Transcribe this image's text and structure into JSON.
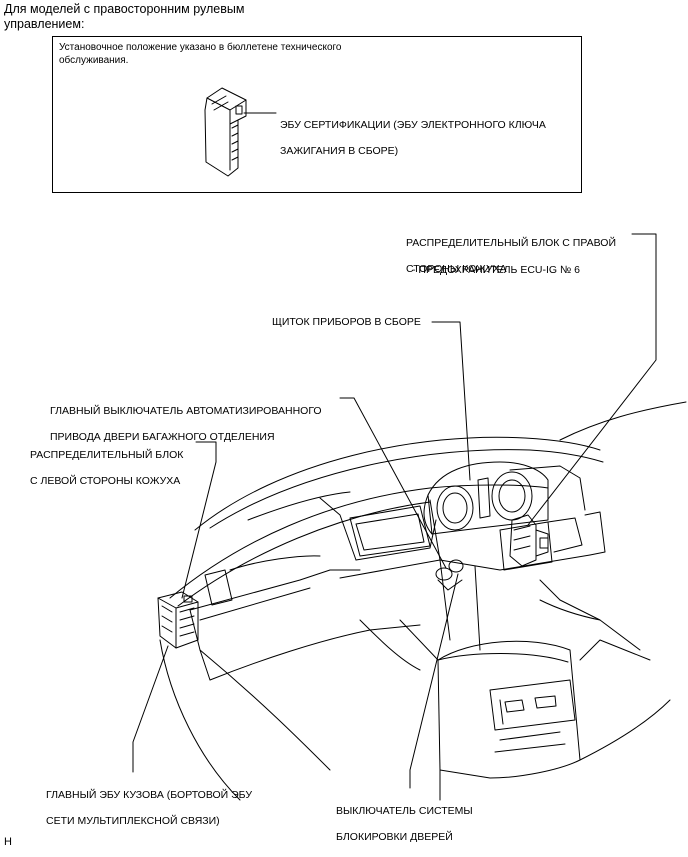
{
  "header": {
    "title_line1": "Для моделей с правосторонним рулевым",
    "title_line2": "управлением:"
  },
  "note_box": {
    "text_line1": "Установочное положение указано в бюллетене технического",
    "text_line2": "обслуживания.",
    "ecu_label_line1": "ЭБУ СЕРТИФИКАЦИИ (ЭБУ ЭЛЕКТРОННОГО КЛЮЧА",
    "ecu_label_line2": "ЗАЖИГАНИЯ В СБОРЕ)"
  },
  "labels": {
    "right_junction_line1": "РАСПРЕДЕЛИТЕЛЬНЫЙ БЛОК С ПРАВОЙ",
    "right_junction_line2": "СТОРОНЫ КОЖУХА",
    "fuse": "- ПРЕДОХРАНИТЕЛЬ ECU-IG № 6",
    "combination_meter": "ЩИТОК ПРИБОРОВ В СБОРЕ",
    "back_door_switch_line1": "ГЛАВНЫЙ ВЫКЛЮЧАТЕЛЬ АВТОМАТИЗИРОВАННОГО",
    "back_door_switch_line2": "ПРИВОДА ДВЕРИ БАГАЖНОГО ОТДЕЛЕНИЯ",
    "left_junction_line1": "РАСПРЕДЕЛИТЕЛЬНЫЙ БЛОК",
    "left_junction_line2": "С ЛЕВОЙ СТОРОНЫ КОЖУХА",
    "main_body_ecu_line1": "ГЛАВНЫЙ ЭБУ КУЗОВА (БОРТОВОЙ ЭБУ",
    "main_body_ecu_line2": "СЕТИ МУЛЬТИПЛЕКСНОЙ СВЯЗИ)",
    "door_lock_switch_line1": "ВЫКЛЮЧАТЕЛЬ СИСТЕМЫ",
    "door_lock_switch_line2": "БЛОКИРОВКИ ДВЕРЕЙ"
  },
  "footer": {
    "code": "H"
  }
}
